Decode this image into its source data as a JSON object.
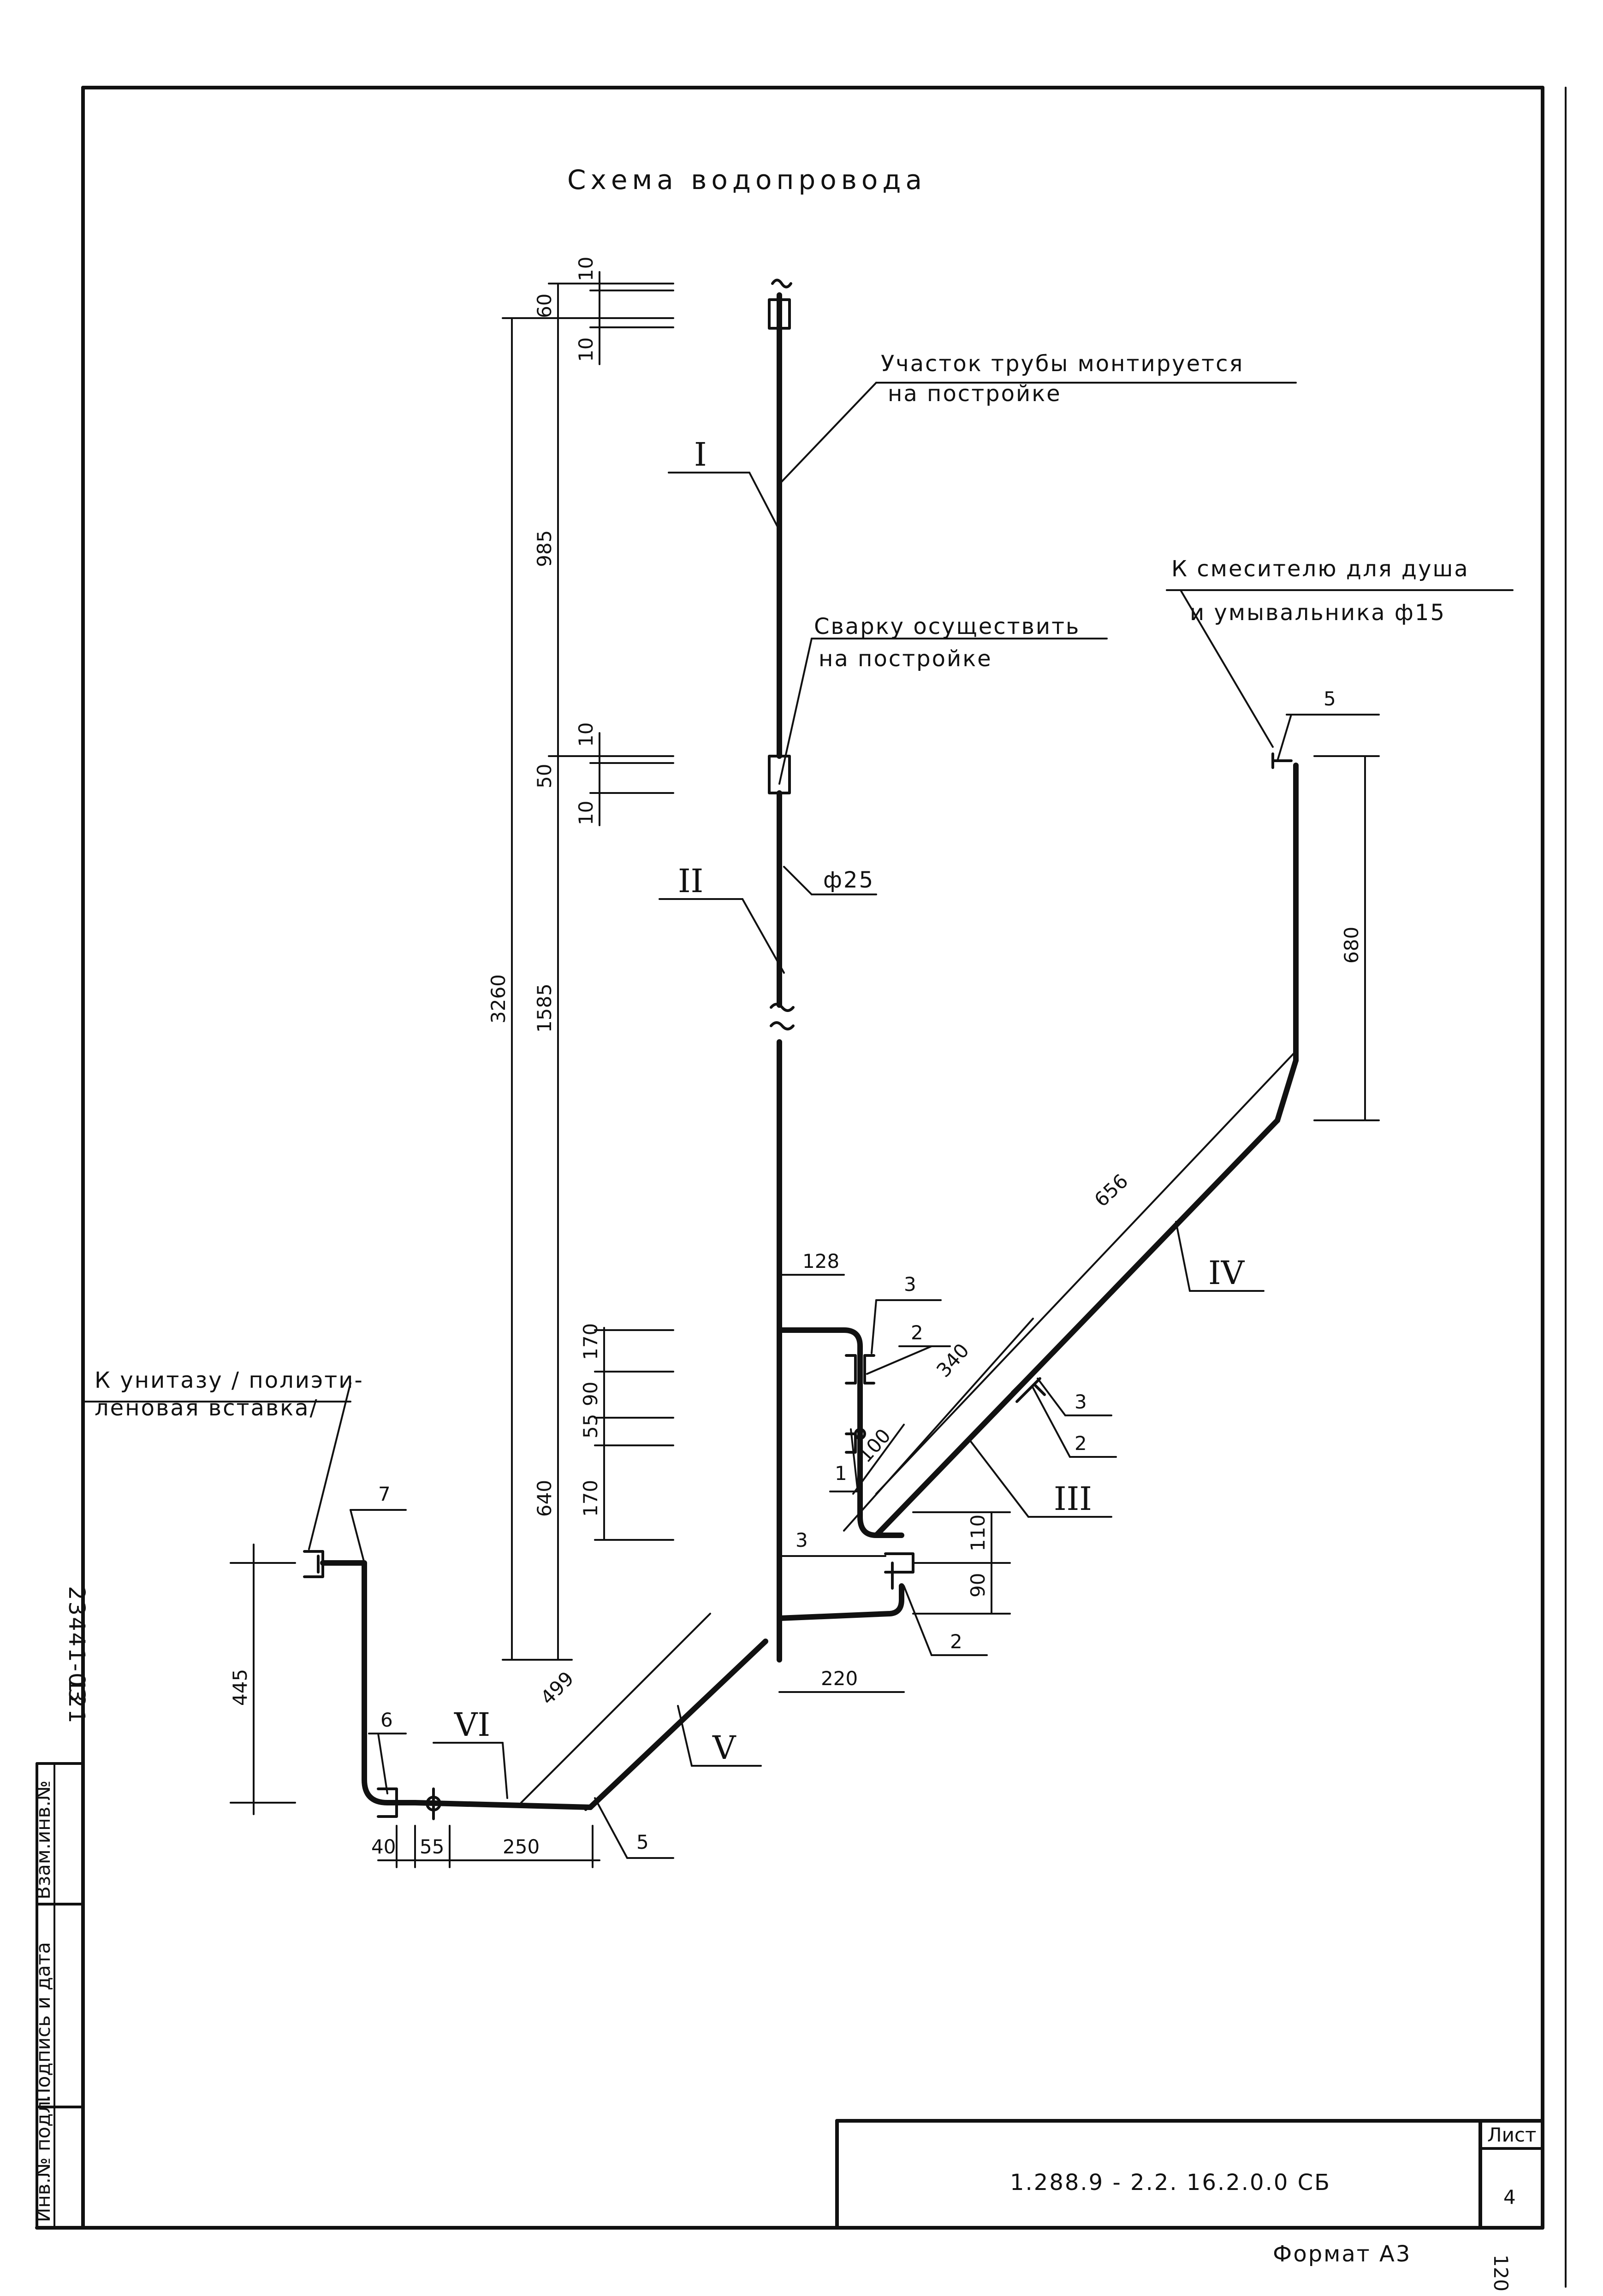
{
  "title": "Схема водопровода",
  "notes": {
    "mounting": [
      "Участок трубы монтируется",
      "на постройке"
    ],
    "welding": [
      "Сварку осуществить",
      "на постройке"
    ],
    "mixer": [
      "К смесителю для душа",
      "и умывальника ф15"
    ],
    "toilet": [
      "К унитазу / полиэти-",
      "леновая вставка/"
    ]
  },
  "pipe_diameter": "ф25",
  "sections": [
    "I",
    "II",
    "III",
    "IV",
    "V",
    "VI"
  ],
  "positions": [
    "1",
    "2",
    "2",
    "2",
    "3",
    "3",
    "3",
    "5",
    "5",
    "6",
    "7"
  ],
  "dimensions": {
    "vertical": [
      "10",
      "60",
      "10",
      "985",
      "10",
      "50",
      "10",
      "1585",
      "3260",
      "170",
      "90",
      "55",
      "170",
      "640"
    ],
    "branch": [
      "128",
      "340",
      "100",
      "110",
      "90",
      "220",
      "656",
      "680",
      "499",
      "445",
      "40",
      "55",
      "250"
    ]
  },
  "title_block": {
    "document_code": "1.288.9 - 2.2.  16.2.0.0  СБ",
    "sheet_label": "Лист",
    "sheet_number": "4",
    "format": "Формат А3",
    "page_number": "120"
  },
  "side_stamp": {
    "inventory_number": "23441-03",
    "sheet_ref": "121",
    "columns": [
      "Инв.№ подл.",
      "Подпись и дата",
      "Взам.инв.№"
    ]
  }
}
